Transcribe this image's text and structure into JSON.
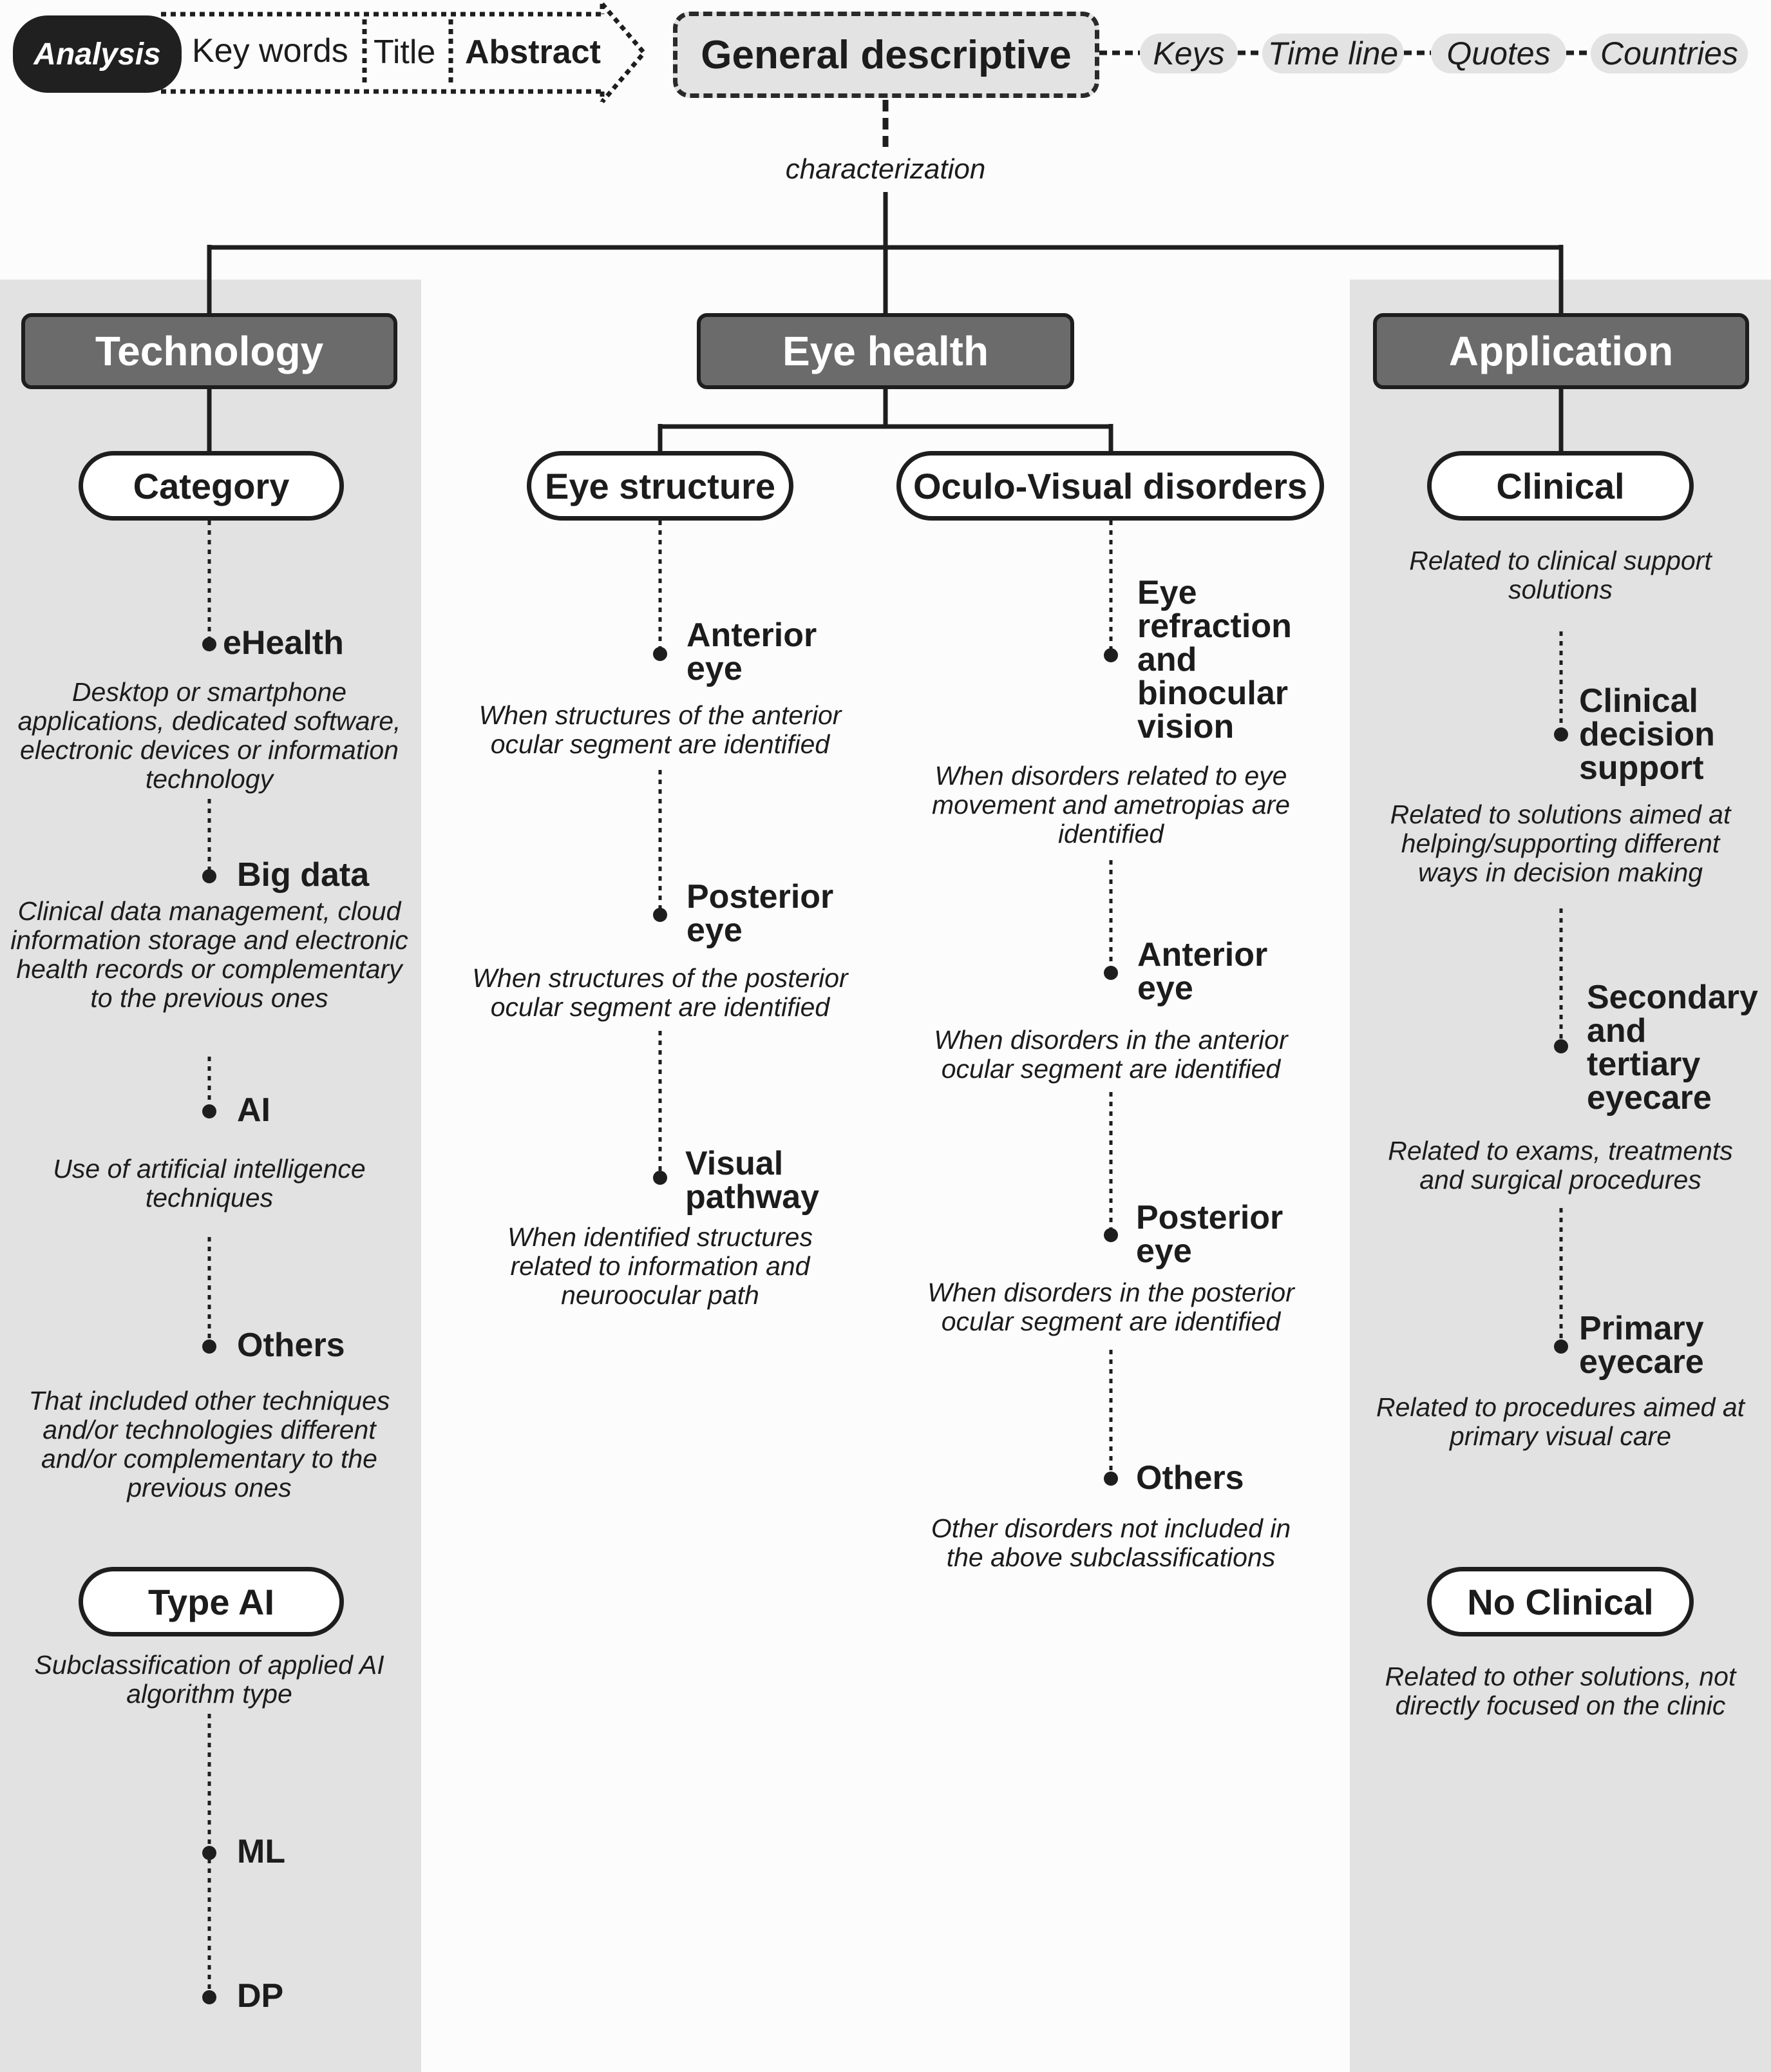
{
  "header": {
    "analysis": "Analysis",
    "keywords": "Key words",
    "title": "Title",
    "abstract": "Abstract",
    "general": "General descriptive",
    "keys": [
      "Keys",
      "Time line",
      "Quotes",
      "Countries"
    ],
    "characterization": "characterization"
  },
  "technology": {
    "title": "Technology",
    "category": {
      "label": "Category",
      "items": [
        {
          "name": "eHealth",
          "desc": "Desktop or smartphone applications, dedicated software, electronic devices or information technology"
        },
        {
          "name": "Big data",
          "desc": "Clinical data management, cloud information storage and electronic health records or complementary to the previous ones"
        },
        {
          "name": "AI",
          "desc": "Use of artificial intelligence techniques"
        },
        {
          "name": "Others",
          "desc": "That included other techniques and/or technologies different and/or complementary to the previous ones"
        }
      ]
    },
    "typeai": {
      "label": "Type AI",
      "desc": "Subclassification of applied AI algorithm type",
      "items": [
        "ML",
        "DP"
      ]
    }
  },
  "eyehealth": {
    "title": "Eye health",
    "structure": {
      "label": "Eye structure",
      "items": [
        {
          "name": "Anterior eye",
          "desc": "When structures of the anterior ocular segment are identified"
        },
        {
          "name": "Posterior eye",
          "desc": "When structures of the posterior ocular segment are identified"
        },
        {
          "name": "Visual pathway",
          "desc": "When identified structures related to information and neuroocular path"
        }
      ]
    },
    "disorders": {
      "label": "Oculo-Visual disorders",
      "items": [
        {
          "name": "Eye refraction and binocular vision",
          "desc": "When disorders related to eye movement and ametropias are identified"
        },
        {
          "name": "Anterior eye",
          "desc": "When disorders in the anterior ocular segment are identified"
        },
        {
          "name": "Posterior eye",
          "desc": "When disorders in the posterior ocular segment are identified"
        },
        {
          "name": "Others",
          "desc": "Other disorders not included in the above subclassifications"
        }
      ]
    }
  },
  "application": {
    "title": "Application",
    "clinical": {
      "label": "Clinical",
      "desc": "Related to clinical support solutions",
      "items": [
        {
          "name": "Clinical decision support",
          "desc": "Related to solutions aimed at helping/supporting different ways in decision making"
        },
        {
          "name": "Secondary and tertiary eyecare",
          "desc": "Related to exams, treatments and surgical procedures"
        },
        {
          "name": "Primary eyecare",
          "desc": "Related to procedures aimed at primary visual care"
        }
      ]
    },
    "noclinical": {
      "label": "No Clinical",
      "desc": "Related to other solutions, not directly focused on the clinic"
    }
  }
}
